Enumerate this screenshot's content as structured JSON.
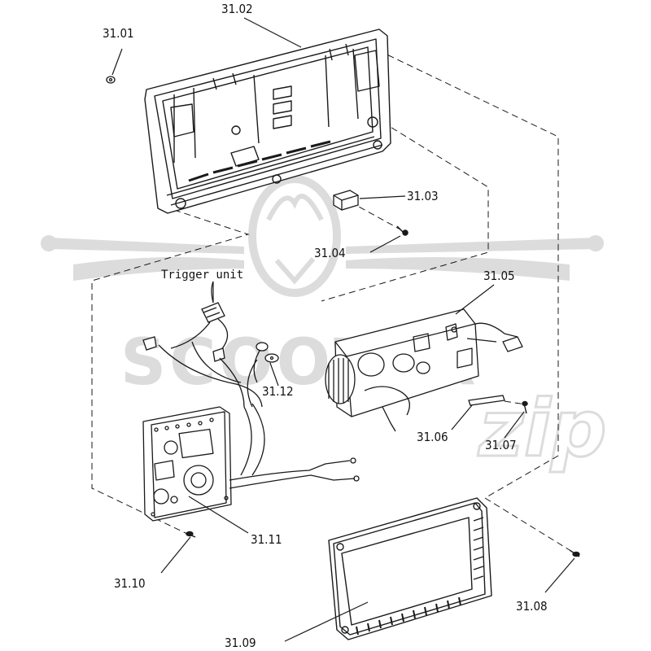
{
  "watermark": {
    "brand": "SCOOTER",
    "script": "zip",
    "color": "#dcdcdc"
  },
  "labels": {
    "p3101": "31.01",
    "p3102": "31.02",
    "p3103": "31.03",
    "p3104": "31.04",
    "p3105": "31.05",
    "p3106": "31.06",
    "p3107": "31.07",
    "p3108": "31.08",
    "p3109": "31.09",
    "p3110": "31.10",
    "p3111": "31.11",
    "p3112": "31.12",
    "trigger": "Trigger unit"
  },
  "colors": {
    "line": "#1a1a1a",
    "watermark": "#dcdcdc",
    "background": "#ffffff"
  }
}
